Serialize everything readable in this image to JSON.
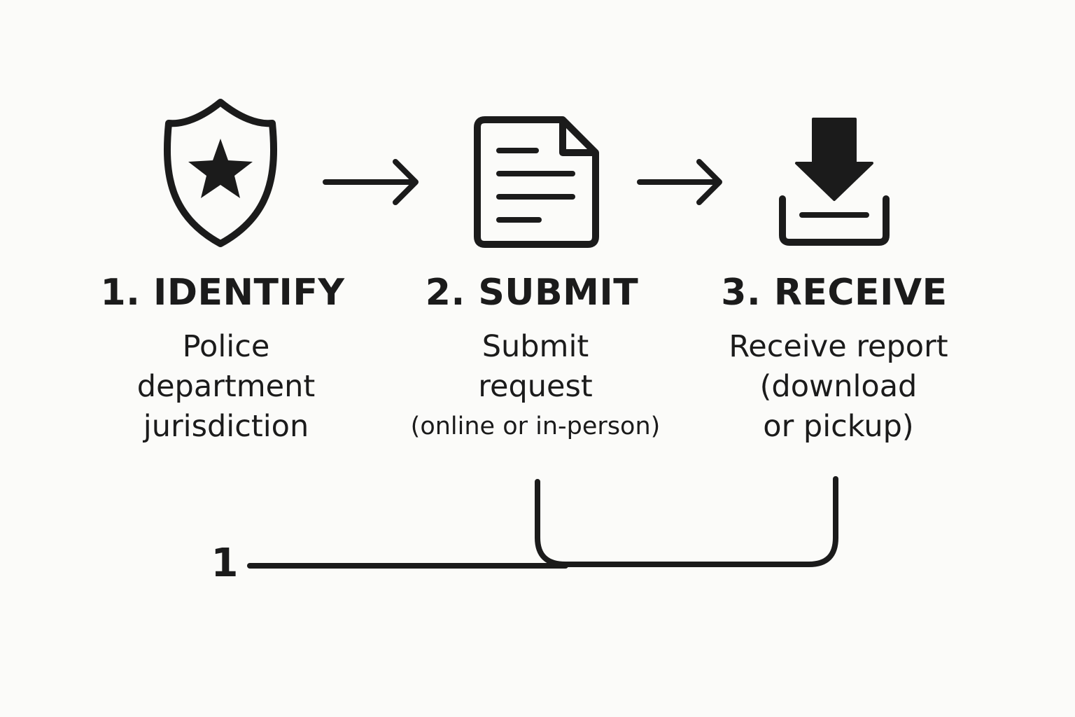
{
  "steps": [
    {
      "title": "1. IDENTIFY",
      "icon": "police-badge-icon",
      "description": [
        "Police",
        "department",
        "jurisdiction"
      ]
    },
    {
      "title": "2. SUBMIT",
      "icon": "document-icon",
      "description": [
        "Submit",
        "request",
        "(online or in-person)"
      ]
    },
    {
      "title": "3. RECEIVE",
      "icon": "download-tray-icon",
      "description": [
        "Receive report",
        "(download",
        "or pickup)"
      ]
    }
  ],
  "connector": {
    "label": "1"
  },
  "colors": {
    "background": "#fbfbf9",
    "ink": "#1b1b1b"
  }
}
